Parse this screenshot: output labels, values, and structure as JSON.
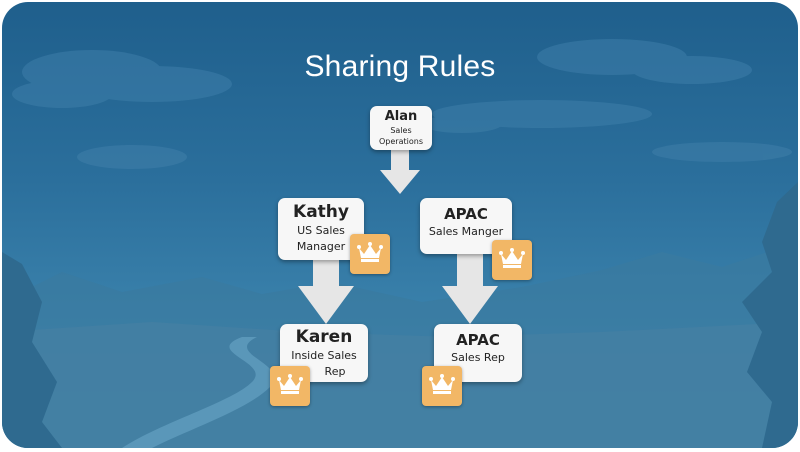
{
  "slide": {
    "title": "Sharing Rules"
  },
  "nodes": {
    "alan": {
      "name": "Alan",
      "role_line1": "Sales",
      "role_line2": "Operations"
    },
    "kathy": {
      "name": "Kathy",
      "role_line1": "US Sales",
      "role_line2": "Manager"
    },
    "apac_manager": {
      "name": "APAC",
      "role_line1": "Sales Manger"
    },
    "karen": {
      "name": "Karen",
      "role_line1": "Inside Sales",
      "role_line2": "Rep"
    },
    "apac_rep": {
      "name": "APAC",
      "role_line1": "Sales Rep"
    }
  },
  "icons": {
    "crown": "crown-icon",
    "arrow": "arrow-down-icon"
  },
  "colors": {
    "background_top": "#1f5f8c",
    "background_bottom": "#4d93b9",
    "node_fill": "#f7f7f7",
    "arrow_fill": "#e6e6e6",
    "crown_tile": "#f2b766",
    "crown_glyph": "#ffffff"
  }
}
